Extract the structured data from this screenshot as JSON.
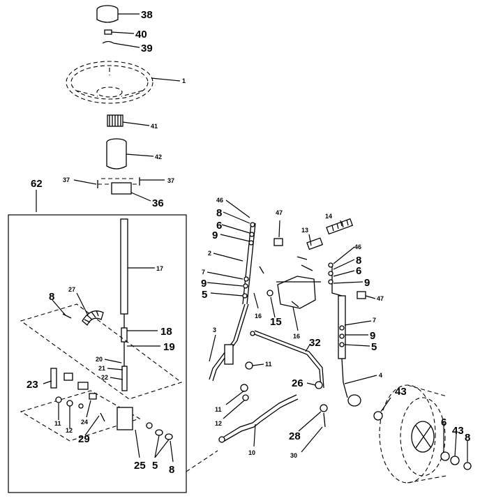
{
  "callouts": {
    "c38": "38",
    "c40": "40",
    "c39": "39",
    "c1": "1",
    "c41": "41",
    "c42": "42",
    "c37a": "37",
    "c37b": "37",
    "c36": "36",
    "c62": "62",
    "c17": "17",
    "c27": "27",
    "c8a": "8",
    "c18": "18",
    "c19": "19",
    "c20": "20",
    "c21": "21",
    "c22": "22",
    "c23": "23",
    "c11a": "11",
    "c12a": "12",
    "c24": "24",
    "c29": "29",
    "c25": "25",
    "c5a": "5",
    "c8b": "8",
    "c46a": "46",
    "c8c": "8",
    "c6a": "6",
    "c9a": "9",
    "c47a": "47",
    "c2": "2",
    "c7a": "7",
    "c9b": "9",
    "c5b": "5",
    "c16a": "16",
    "c15": "15",
    "c3": "3",
    "c14": "14",
    "c13": "13",
    "c46b": "46",
    "c8d": "8",
    "c6b": "6",
    "c9c": "9",
    "c47b": "47",
    "c16b": "16",
    "c7b": "7",
    "c9d": "9",
    "c5c": "5",
    "c4": "4",
    "c32": "32",
    "c11b": "11",
    "c11c": "11",
    "c12b": "12",
    "c26": "26",
    "c28": "28",
    "c30": "30",
    "c10": "10",
    "c43a": "43",
    "c6c": "6",
    "c43b": "43",
    "c8e": "8"
  }
}
